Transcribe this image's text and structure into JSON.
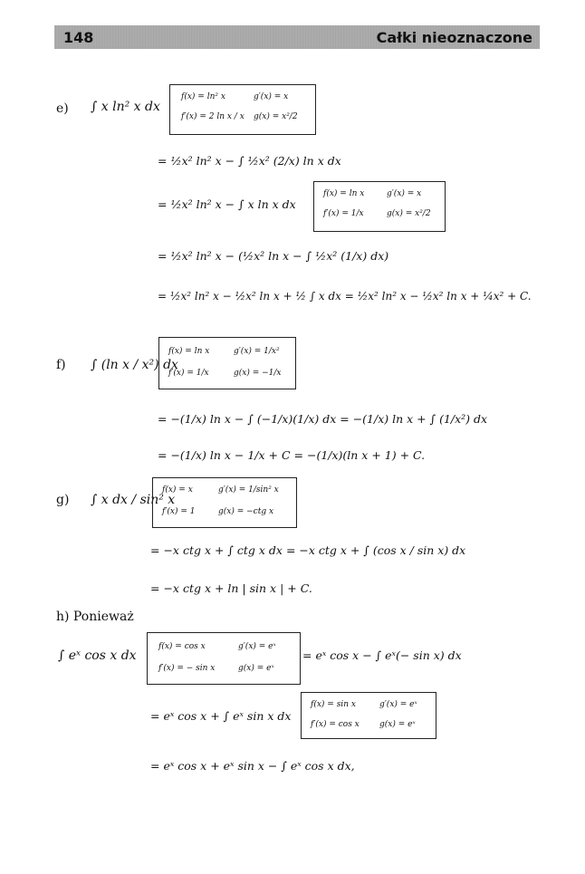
{
  "header": {
    "page_number": "148",
    "title": "Całki nieoznaczone"
  },
  "e": {
    "label": "e)",
    "integral": "∫ x ln² x dx",
    "box": [
      "f(x) = ln² x",
      "g′(x) = x",
      "f′(x) = 2 ln x / x",
      "g(x) = x²/2"
    ],
    "steps": [
      "= ½x² ln² x − ∫ ½x² (2/x) ln x dx",
      "= ½x² ln² x − ∫ x ln x dx",
      "= ½x² ln² x − (½x² ln x − ∫ ½x² (1/x) dx)",
      "= ½x² ln² x − ½x² ln x + ½ ∫ x dx = ½x² ln² x − ½x² ln x + ¼x² + C."
    ],
    "box2": [
      "f(x) = ln x",
      "g′(x) = x",
      "f′(x) = 1/x",
      "g(x) = x²/2"
    ]
  },
  "f": {
    "label": "f)",
    "integral": "∫ (ln x / x²) dx",
    "box": [
      "f(x) = ln x",
      "g′(x) = 1/x²",
      "f′(x) = 1/x",
      "g(x) = −1/x"
    ],
    "steps": [
      "= −(1/x) ln x − ∫ (−1/x)(1/x) dx = −(1/x) ln x + ∫ (1/x²) dx",
      "= −(1/x) ln x − 1/x + C = −(1/x)(ln x + 1) + C."
    ]
  },
  "g": {
    "label": "g)",
    "integral": "∫ x dx / sin² x",
    "box": [
      "f(x) = x",
      "g′(x) = 1/sin² x",
      "f′(x) = 1",
      "g(x) = −ctg x"
    ],
    "steps": [
      "= −x ctg x + ∫ ctg x dx = −x ctg x + ∫ (cos x / sin x) dx",
      "= −x ctg x + ln | sin x | + C."
    ]
  },
  "h": {
    "label": "h) Ponieważ",
    "integral": "∫ eˣ cos x dx",
    "box": [
      "f(x) = cos x",
      "g′(x) = eˣ",
      "f′(x) = − sin x",
      "g(x) = eˣ"
    ],
    "after_box": "= eˣ cos x − ∫ eˣ(− sin x) dx",
    "steps": [
      "= eˣ cos x + ∫ eˣ sin x dx",
      "= eˣ cos x + eˣ sin x − ∫ eˣ cos x dx,"
    ],
    "box2": [
      "f(x) = sin x",
      "g′(x) = eˣ",
      "f′(x) = cos x",
      "g(x) = eˣ"
    ]
  }
}
